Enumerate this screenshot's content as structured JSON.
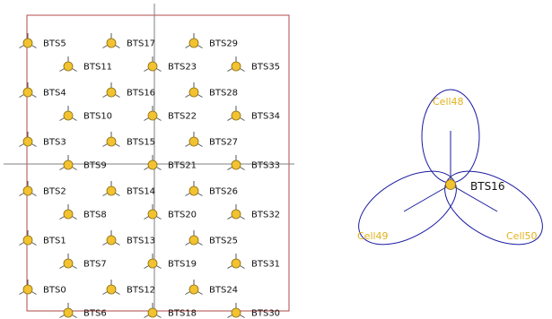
{
  "colors": {
    "boundary": "#b24a4a",
    "crosshair": "#7f7f7f",
    "station_fill": "#f2c230",
    "station_stroke": "#8a6d10",
    "sector_line": "#555555",
    "beam": "#1a1aa0",
    "cell_label": "#e0b21c"
  },
  "network_map": {
    "stations": [
      {
        "id": "BTS0",
        "label": "BTS0"
      },
      {
        "id": "BTS1",
        "label": "BTS1"
      },
      {
        "id": "BTS2",
        "label": "BTS2"
      },
      {
        "id": "BTS3",
        "label": "BTS3"
      },
      {
        "id": "BTS4",
        "label": "BTS4"
      },
      {
        "id": "BTS5",
        "label": "BTS5"
      },
      {
        "id": "BTS6",
        "label": "BTS6"
      },
      {
        "id": "BTS7",
        "label": "BTS7"
      },
      {
        "id": "BTS8",
        "label": "BTS8"
      },
      {
        "id": "BTS9",
        "label": "BTS9"
      },
      {
        "id": "BTS10",
        "label": "BTS10"
      },
      {
        "id": "BTS11",
        "label": "BTS11"
      },
      {
        "id": "BTS12",
        "label": "BTS12"
      },
      {
        "id": "BTS13",
        "label": "BTS13"
      },
      {
        "id": "BTS14",
        "label": "BTS14"
      },
      {
        "id": "BTS15",
        "label": "BTS15"
      },
      {
        "id": "BTS16",
        "label": "BTS16"
      },
      {
        "id": "BTS17",
        "label": "BTS17"
      },
      {
        "id": "BTS18",
        "label": "BTS18"
      },
      {
        "id": "BTS19",
        "label": "BTS19"
      },
      {
        "id": "BTS20",
        "label": "BTS20"
      },
      {
        "id": "BTS21",
        "label": "BTS21"
      },
      {
        "id": "BTS22",
        "label": "BTS22"
      },
      {
        "id": "BTS23",
        "label": "BTS23"
      },
      {
        "id": "BTS24",
        "label": "BTS24"
      },
      {
        "id": "BTS25",
        "label": "BTS25"
      },
      {
        "id": "BTS26",
        "label": "BTS26"
      },
      {
        "id": "BTS27",
        "label": "BTS27"
      },
      {
        "id": "BTS28",
        "label": "BTS28"
      },
      {
        "id": "BTS29",
        "label": "BTS29"
      },
      {
        "id": "BTS30",
        "label": "BTS30"
      },
      {
        "id": "BTS31",
        "label": "BTS31"
      },
      {
        "id": "BTS32",
        "label": "BTS32"
      },
      {
        "id": "BTS33",
        "label": "BTS33"
      },
      {
        "id": "BTS34",
        "label": "BTS34"
      },
      {
        "id": "BTS35",
        "label": "BTS35"
      }
    ]
  },
  "site_detail": {
    "station_label": "BTS16",
    "cells": [
      {
        "id": "cell48",
        "label": "Cell48"
      },
      {
        "id": "cell49",
        "label": "Cell49"
      },
      {
        "id": "cell50",
        "label": "Cell50"
      }
    ]
  }
}
